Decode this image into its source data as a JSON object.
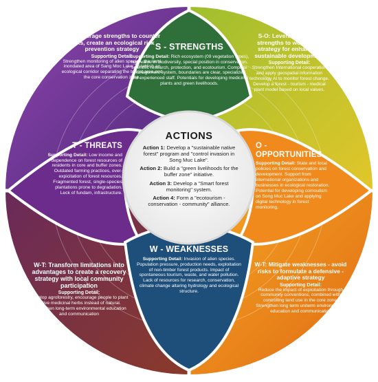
{
  "center": {
    "title": "ACTIONS",
    "actions": [
      {
        "label": "Action 1:",
        "text": "Develop a \"sustainable native forest\" program and \"control invasion in Song Muc Lake\"."
      },
      {
        "label": "Action 2:",
        "text": "Build a \"green livelihoods for the buffer zone\" initiative."
      },
      {
        "label": "Action 3:",
        "text": "Develop a \"Smart forest monitoring\" system."
      },
      {
        "label": "Action 4:",
        "text": "Form a \"ecotourism - conservation - community\" alliance."
      }
    ]
  },
  "support_label": "Supporting Detail:",
  "petals": {
    "strengths": {
      "title": "S - STRENGTHS",
      "detail": "Rich ecosystem (09 vegetation types), high value in biodiversity, special position in conservation, scientific research, protection, and ecotourism. Complete management system, boundaries are clear, specialized and experienced staff. Potentials for developing medicinal plants and green livelihoods."
    },
    "opportunities": {
      "title": "O - OPPORTUNITIES",
      "detail": "State and local policies on forest conservation and development. Support from international organizations and businesses in ecological restoration. Potential for developing comoutism on Song Muc Lake and applying digital technology in forest monitoring."
    },
    "weaknesses": {
      "title": "W - WEAKNESSES",
      "detail": "Invasion of alien species. Population pressure, production needs, exploitation of non-timber forest products. Impact of spontaneous tourism, waste, and water pollution. Lack of resources for research, conservation, climate change altaring hydrology and ecological structure."
    },
    "threats": {
      "title": "T - THREATS",
      "detail": "Low income and dependence on forest resources of residents in core and buffer zones. Outdated farming practices, over-expicitation of forest resources. Fragmented forest, single-species plantations prone to degradation. Leck of fundam, infrastructure."
    }
  },
  "quadrants": {
    "st": {
      "title": "S-T: Leverage strengths to counter ricks, create an ecological risk prevention strategy",
      "detail": "Strengthen monitoring of alien species, the semi inondated area of Sang Moc Lake. Establish an ecological corridor separating the tourist area and the core conservation zone."
    },
    "so": {
      "title": "S-O: Leverage internal strengths to work out a strategy for enhancing sustainable development",
      "detail": "Strengthen International cooperation and apply geospatial information technology AI to monitor forest change. Develop a forest - tourism - medical plant model based on local values."
    },
    "wt": {
      "title": "W-T: Transform limitations into advantages to create a recovery strategy with local community participation",
      "detail": "Develop agroforestry, encourage people to plant native medicinal herbs instead of natural. Strengthen long-term environmental education and communication"
    },
    "wo": {
      "title": "W-T: Mitigate weaknesses - avoid risks to formulate a defensive - adaptive strategy",
      "detail": "Reduce the impact of exploitation through community conventions, combined with controlling land use in the core zone. Strengthen long term uniterm environmental education and communication"
    }
  },
  "colors": {
    "st": "#6f2f8f",
    "so": "#b5c436",
    "wt": "#7a2d3a",
    "wo": "#ef8a1e",
    "strengths": "#2f6f3a",
    "opportunities": "#f08a1c",
    "weaknesses": "#1d4f7a",
    "threats": "#6c2c8c",
    "center": "#ffffff"
  }
}
